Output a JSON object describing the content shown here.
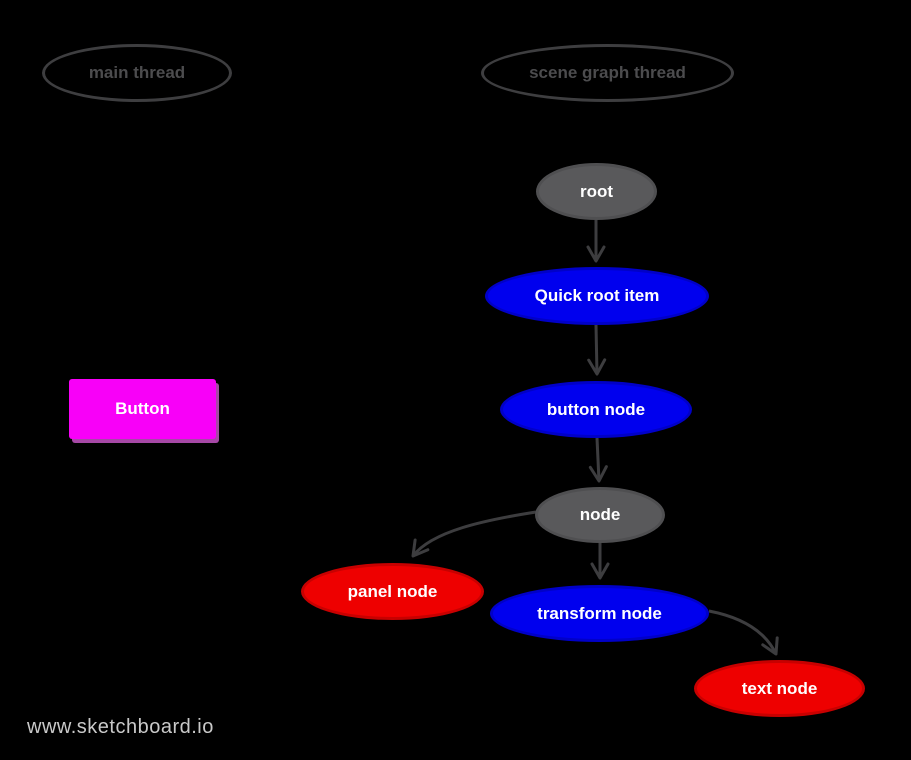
{
  "canvas": {
    "background": "#000000"
  },
  "threads": {
    "main": {
      "label": "main thread"
    },
    "scene_graph": {
      "label": "scene graph thread"
    }
  },
  "nodes": {
    "root": {
      "label": "root",
      "fill": "#59595b",
      "border": "#4f4f51",
      "text_color": "#ffffff"
    },
    "quick_root_item": {
      "label": "Quick root item",
      "fill": "#0000ee",
      "border": "#0000c8",
      "text_color": "#ffffff"
    },
    "button_node": {
      "label": "button node",
      "fill": "#0000ee",
      "border": "#0000c8",
      "text_color": "#ffffff"
    },
    "node": {
      "label": "node",
      "fill": "#59595b",
      "border": "#4f4f51",
      "text_color": "#ffffff"
    },
    "panel_node": {
      "label": "panel node",
      "fill": "#ee0000",
      "border": "#c80000",
      "text_color": "#ffffff"
    },
    "transform_node": {
      "label": "transform node",
      "fill": "#0000ee",
      "border": "#0000c8",
      "text_color": "#ffffff"
    },
    "text_node": {
      "label": "text node",
      "fill": "#ee0000",
      "border": "#c80000",
      "text_color": "#ffffff"
    }
  },
  "edges": [
    {
      "from": "root",
      "to": "quick_root_item"
    },
    {
      "from": "quick_root_item",
      "to": "button_node"
    },
    {
      "from": "button_node",
      "to": "node"
    },
    {
      "from": "node",
      "to": "panel_node"
    },
    {
      "from": "node",
      "to": "transform_node"
    },
    {
      "from": "transform_node",
      "to": "text_node"
    }
  ],
  "button": {
    "label": "Button",
    "fill": "#f800f8"
  },
  "watermark": {
    "text": "www.sketchboard.io",
    "color": "#c9c9c9"
  },
  "styles": {
    "edge_color": "#3d3d3f",
    "thread_outline": "#3e3e40",
    "thread_text": "#4c4c4e"
  }
}
